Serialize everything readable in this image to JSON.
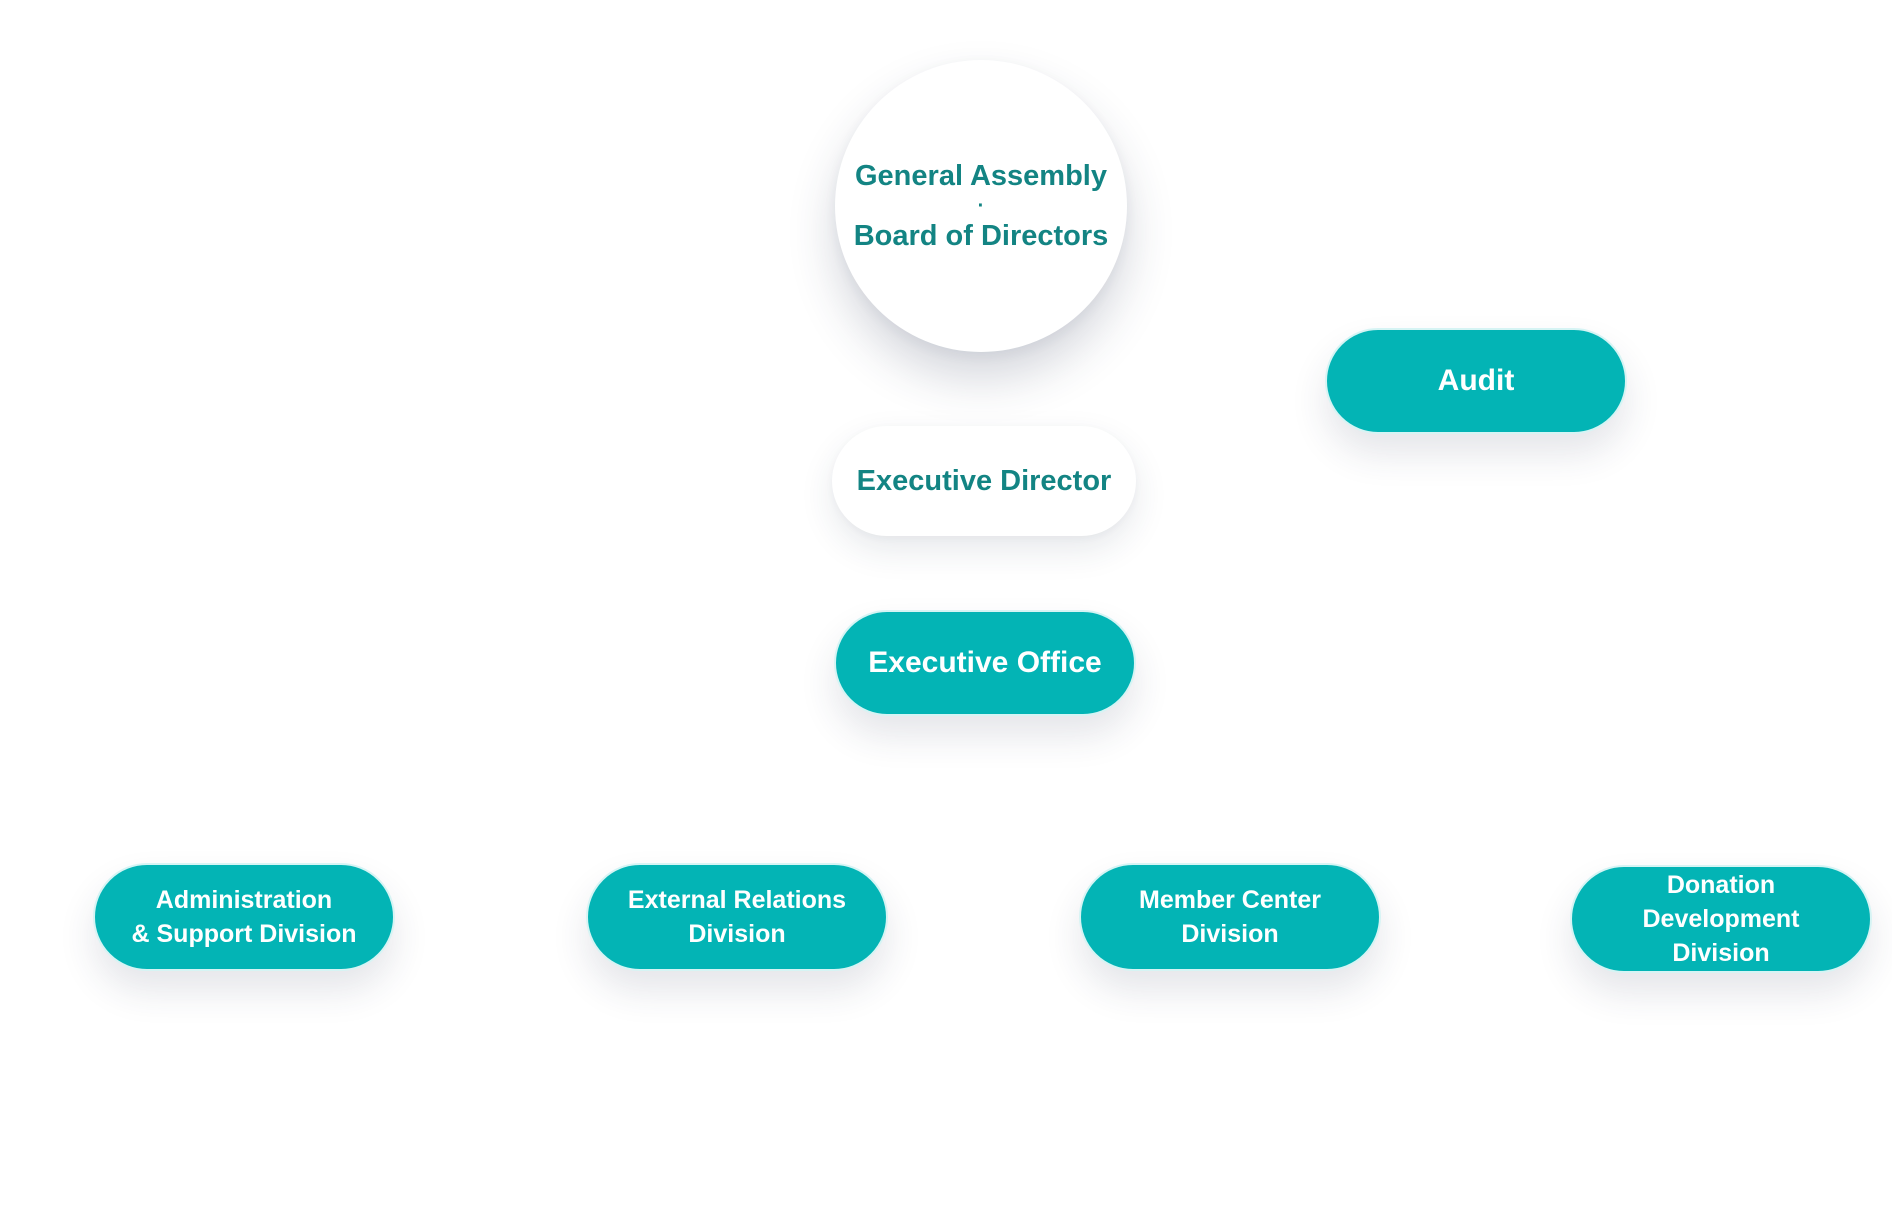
{
  "colors": {
    "accent": "#03b4b5",
    "text_dark_teal": "#138483",
    "background": "#ffffff"
  },
  "chart": {
    "top": {
      "line1": "General Assembly",
      "separator": "·",
      "line2": "Board of Directors"
    },
    "audit": "Audit",
    "executive_director": "Executive Director",
    "executive_office": "Executive Office",
    "divisions": [
      {
        "line1": "Administration",
        "line2": "& Support Division"
      },
      {
        "line1": "External Relations",
        "line2": "Division"
      },
      {
        "line1": "Member Center",
        "line2": "Division"
      },
      {
        "line1": "Donation",
        "line2": "Development",
        "line3": "Division"
      }
    ]
  }
}
